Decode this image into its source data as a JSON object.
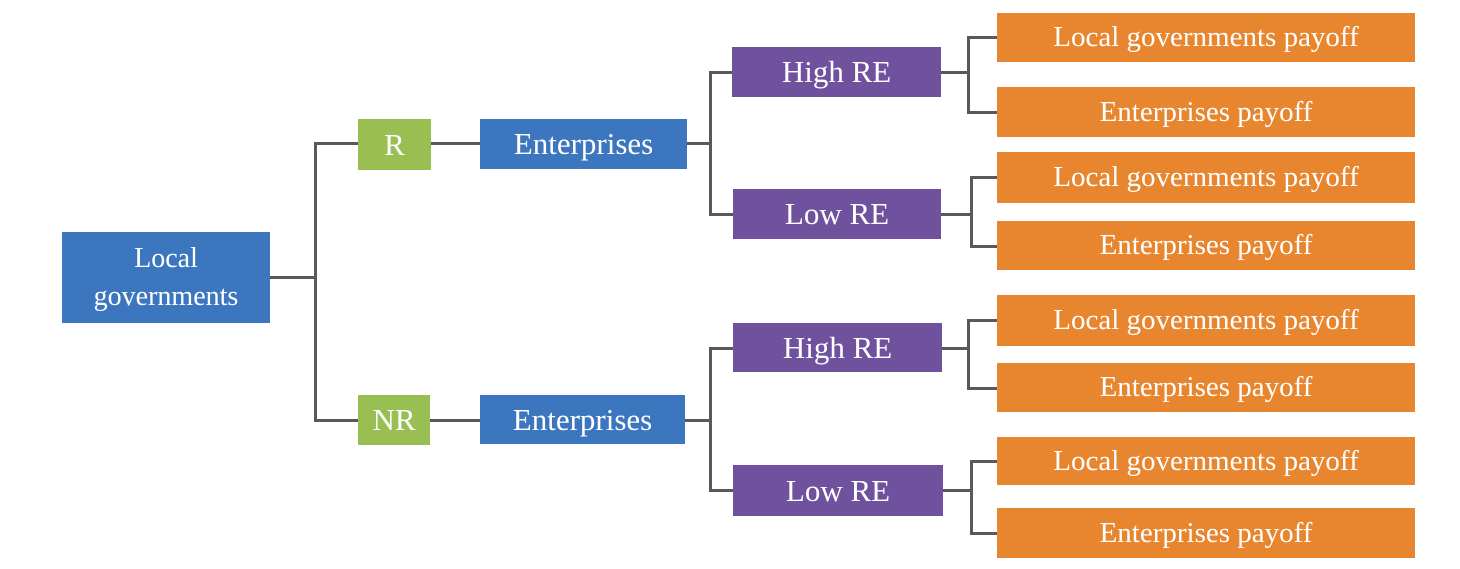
{
  "palette": {
    "blue": "#3B76BE",
    "green": "#99BF52",
    "purple": "#6F519E",
    "orange": "#E8862F",
    "line": "#58595B",
    "text": "#FFFFFF",
    "bg": "#FFFFFF"
  },
  "tree": {
    "root_label": "Local governments",
    "branches": [
      {
        "decision_label": "R",
        "responder_label": "Enterprises",
        "outcomes": [
          {
            "label": "High RE",
            "payoffs": [
              "Local governments payoff",
              "Enterprises payoff"
            ]
          },
          {
            "label": "Low RE",
            "payoffs": [
              "Local governments payoff",
              "Enterprises payoff"
            ]
          }
        ]
      },
      {
        "decision_label": "NR",
        "responder_label": "Enterprises",
        "outcomes": [
          {
            "label": "High RE",
            "payoffs": [
              "Local governments payoff",
              "Enterprises payoff"
            ]
          },
          {
            "label": "Low RE",
            "payoffs": [
              "Local governments payoff",
              "Enterprises payoff"
            ]
          }
        ]
      }
    ]
  }
}
